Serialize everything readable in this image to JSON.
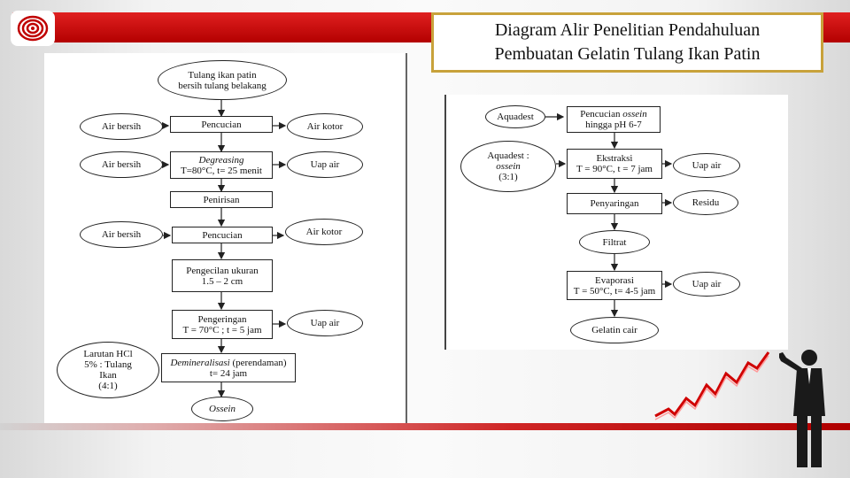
{
  "title": {
    "line1": "Diagram Alir Penelitian Pendahuluan",
    "line2": "Pembuatan Gelatin Tulang Ikan Patin"
  },
  "left_flow": {
    "start": {
      "l1": "Tulang ikan patin",
      "l2": "bersih tulang belakang"
    },
    "air_bersih_1": "Air bersih",
    "pencucian_1": "Pencucian",
    "air_kotor_1": "Air kotor",
    "air_bersih_2": "Air bersih",
    "degreasing": {
      "l1": "Degreasing",
      "l2": "T=80°C, t= 25 menit"
    },
    "uap_air_1": "Uap air",
    "penirisan": "Penirisan",
    "air_bersih_3": "Air bersih",
    "pencucian_2": "Pencucian",
    "air_kotor_2": "Air kotor",
    "pengecilan": {
      "l1": "Pengecilan ukuran",
      "l2": "1.5 – 2 cm"
    },
    "pengeringan": {
      "l1": "Pengeringan",
      "l2": "T = 70°C ; t = 5 jam"
    },
    "uap_air_2": "Uap air",
    "larutan": {
      "l1": "Larutan HCl",
      "l2": "5% : Tulang",
      "l3": "Ikan",
      "l4": "(4:1)"
    },
    "demineralisasi": {
      "l1a": "Demineralisasi",
      "l1b": " (perendaman)",
      "l2": "t= 24 jam"
    },
    "ossein": "Ossein"
  },
  "right_flow": {
    "aquadest": "Aquadest",
    "pencucian": {
      "l1a": "Pencucian ",
      "l1b": "ossein",
      "l2": "hingga pH 6-7"
    },
    "aquadest_ossein": {
      "l1": "Aquadest :",
      "l2": "ossein",
      "l3": "(3:1)"
    },
    "ekstraksi": {
      "l1": "Ekstraksi",
      "l2": "T = 90°C, t = 7 jam"
    },
    "uap_air_1": "Uap air",
    "penyaringan": "Penyaringan",
    "residu": "Residu",
    "filtrat": "Filtrat",
    "evaporasi": {
      "l1": "Evaporasi",
      "l2": "T = 50°C, t= 4-5 jam"
    },
    "uap_air_2": "Uap air",
    "gelatin": "Gelatin cair"
  },
  "colors": {
    "accent": "#c00000",
    "title_border": "#c8a23b"
  },
  "icons": {
    "logo": "concentric-circles-logo",
    "figure": "businessman-pointing-icon",
    "chart": "rising-trend-line-icon"
  }
}
